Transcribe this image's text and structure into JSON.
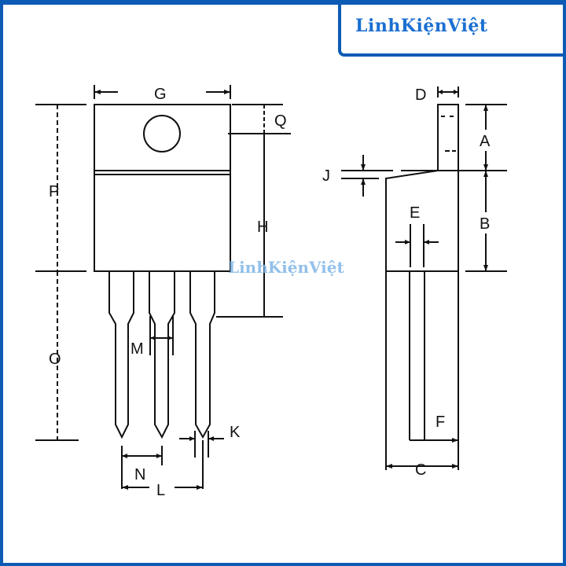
{
  "logo": {
    "text": "LinhKiệnViệt",
    "brand_color": "#1a6fd1",
    "icon": "circuit-v-icon"
  },
  "watermark": {
    "text": "LinhKiệnViệt"
  },
  "front_view": {
    "labels": {
      "G": "G",
      "P": "P",
      "O": "O",
      "Q": "Q",
      "H": "H",
      "M": "M",
      "N": "N",
      "L": "L",
      "K": "K"
    }
  },
  "side_view": {
    "labels": {
      "D": "D",
      "A": "A",
      "B": "B",
      "J": "J",
      "E": "E",
      "F": "F",
      "C": "C"
    }
  },
  "colors": {
    "frame": "#0d5bb5",
    "line": "#111111"
  }
}
